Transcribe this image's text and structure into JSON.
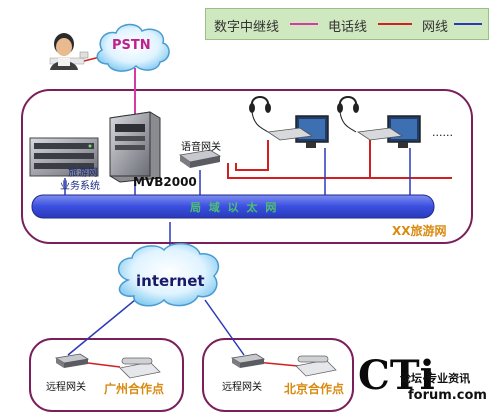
{
  "legend": {
    "trunk_label": "数字中继线",
    "phone_label": "电话线",
    "net_label": "网线",
    "trunk_color": "#d63aa5",
    "phone_color": "#d22020",
    "net_color": "#2a39b8"
  },
  "nodes": {
    "pstn": "PSTN",
    "internet": "internet",
    "server_label_line1": "旅游网",
    "server_label_line2": "业务系统",
    "mvb_label": "MVB2000",
    "voice_gateway_label": "语音网关",
    "ellipsis": "......",
    "lan_bus_label": "局 域 以 太 网",
    "hq_label": "XX旅游网",
    "remote_gw_1": "远程网关",
    "branch_1": "广州合作点",
    "remote_gw_2": "远程网关",
    "branch_2": "北京合作点"
  },
  "watermark": {
    "logo": "CTi",
    "line1": "论坛·专业资讯",
    "line2": "forum.com"
  }
}
